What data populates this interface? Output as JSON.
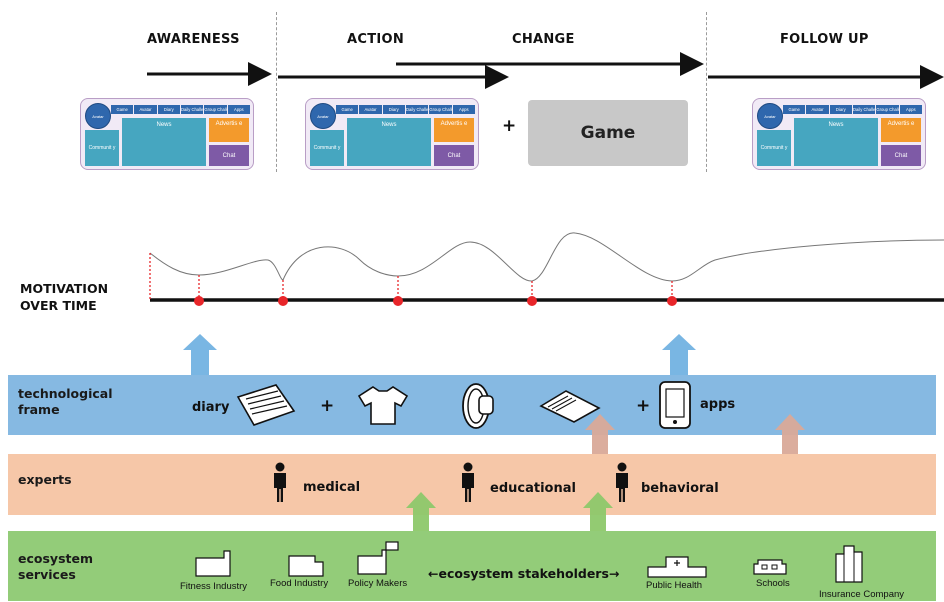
{
  "phases": [
    "AWARENESS",
    "ACTION",
    "CHANGE",
    "FOLLOW UP"
  ],
  "mockup": {
    "avatar": "Avatar",
    "nav": [
      "Game",
      "Avatar",
      "Diary",
      "Daily Challenge",
      "Group Challenge",
      "Apps"
    ],
    "community": "Communit y",
    "news": "News",
    "advert": "Advertis e",
    "chat": "Chat"
  },
  "game_label": "Game",
  "plus": "+",
  "motivation_label": "MOTIVATION\nOVER TIME",
  "bands": {
    "tech": {
      "title": "technological\nframe",
      "diary": "diary",
      "apps": "apps",
      "icons": [
        "diary-book-icon",
        "shirt-icon",
        "wristband-icon",
        "card-device-icon",
        "tablet-icon"
      ]
    },
    "experts": {
      "title": "experts",
      "items": [
        "medical",
        "educational",
        "behavioral"
      ],
      "icon": "person-icon"
    },
    "ecosystem": {
      "title": "ecosystem\nservices",
      "stakeholders_label": "←ecosystem stakeholders→",
      "items": [
        "Fitness Industry",
        "Food Industry",
        "Policy Makers",
        "Public Health",
        "Schools",
        "Insurance Company"
      ]
    }
  },
  "colors": {
    "tech_band": "#86b9e2",
    "experts_band": "#f6c7a8",
    "ecosystem_band": "#93cc79",
    "timeline_marker": "#e8262a",
    "arrow_up_tech": "#6aaee0",
    "arrow_up_green": "#8dc86a",
    "arrow_up_orange": "#d9a998"
  }
}
